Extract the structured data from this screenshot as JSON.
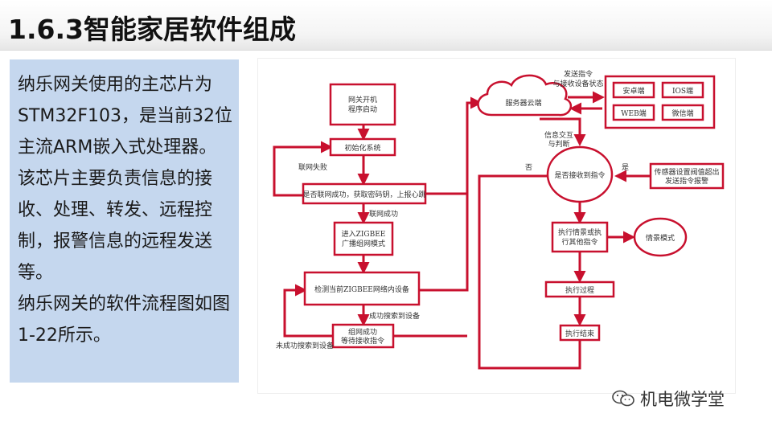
{
  "page": {
    "title": "1.6.3智能家居软件组成"
  },
  "description": {
    "paragraphs": [
      "纳乐网关使用的主芯片为STM32F103，是当前32位主流ARM嵌入式处理器。该芯片主要负责信息的接收、处理、转发、远程控制，报警信息的远程发送等。",
      "纳乐网关的软件流程图如图1-22所示。"
    ]
  },
  "diagram": {
    "nodes": {
      "gateway_start": [
        "网关开机",
        "程序启动"
      ],
      "init": "初始化系统",
      "connect": "是否联网成功，获取密码钥，上报心跳",
      "zigbee_enter": [
        "进入ZIGBEE",
        "广播组网模式"
      ],
      "detect": "检测当前ZIGBEE网络内设备",
      "wait_cmd": [
        "组网成功",
        "等待接收指令"
      ],
      "cloud": "服务器云端",
      "android": "安卓端",
      "ios": "IOS端",
      "web": "WEB端",
      "wechat": "微信端",
      "received": "是否接收到指令",
      "sensor": [
        "传感器设置阀值超出",
        "发送指令报警"
      ],
      "execute_scene": [
        "执行情景或执",
        "行其他指令"
      ],
      "scene_mode": "情景模式",
      "exec_process": "执行过程",
      "exec_end": "执行结束"
    },
    "labels": {
      "net_fail": "联网失败",
      "net_ok": "联网成功",
      "found_device": "成功搜索到设备",
      "not_found_device": "未成功搜索到设备",
      "send_cmd": [
        "发送指令",
        "与接收设备状态"
      ],
      "info_exchange": [
        "信息交互",
        "与判断"
      ],
      "no": "否",
      "yes": "是"
    }
  },
  "watermark": {
    "text": "机电微学堂",
    "icon": "wechat-icon"
  },
  "colors": {
    "accent": "#c8102e",
    "panel_bg": "#c5d7ee"
  }
}
